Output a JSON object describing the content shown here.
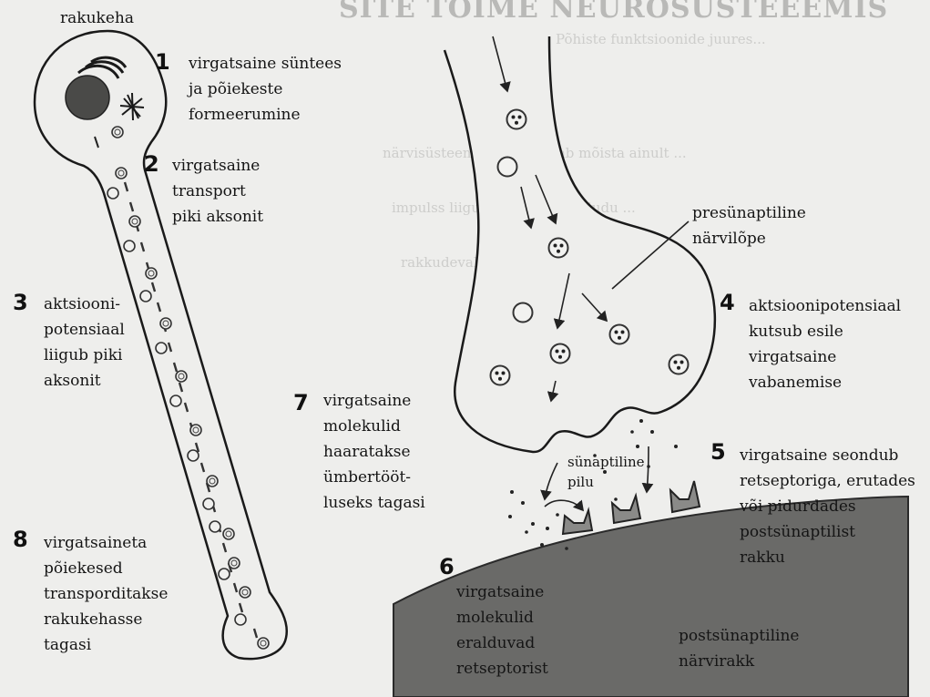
{
  "bleed_through": {
    "heading": "SITE TOIME NEUROSÜSTEEEMIS",
    "lines": [
      "Põhiste funktsioonide juures...",
      "närvisüsteemi talitlust saab mõista ainult ...",
      "impulss liigub mööda närvikiudu ...",
      "rakkudevahelised ühendused ..."
    ]
  },
  "labels": {
    "cell_body": "rakukeha",
    "presynaptic": "presünaptiline\nnärvilõpe",
    "cleft": "sünaptiline\npilu",
    "postsynaptic": "postsünaptiline\nnärvirakk"
  },
  "steps": [
    {
      "num": "1",
      "text": "virgatsaine süntees\nja põiekeste\nformeerumine"
    },
    {
      "num": "2",
      "text": "virgatsaine\ntransport\npiki aksonit"
    },
    {
      "num": "3",
      "text": "aktsiooni-\npotensiaal\nliigub piki\naksonit"
    },
    {
      "num": "4",
      "text": "aktsioonipotensiaal\nkutsub esile\nvirgatsaine\nvabanemise"
    },
    {
      "num": "5",
      "text": "virgatsaine seondub\nretseptoriga, erutades\nvõi pidurdades\npostsünaptilist\nrakku"
    },
    {
      "num": "6",
      "text": "virgatsaine\nmolekulid\neralduvad\nretseptorist"
    },
    {
      "num": "7",
      "text": "virgatsaine\nmolekulid\nhaaratakse\nümbertööt-\nluseks tagasi"
    },
    {
      "num": "8",
      "text": "virgatsaineta\npõiekesed\ntransporditakse\nrakukehasse\ntagasi"
    }
  ]
}
